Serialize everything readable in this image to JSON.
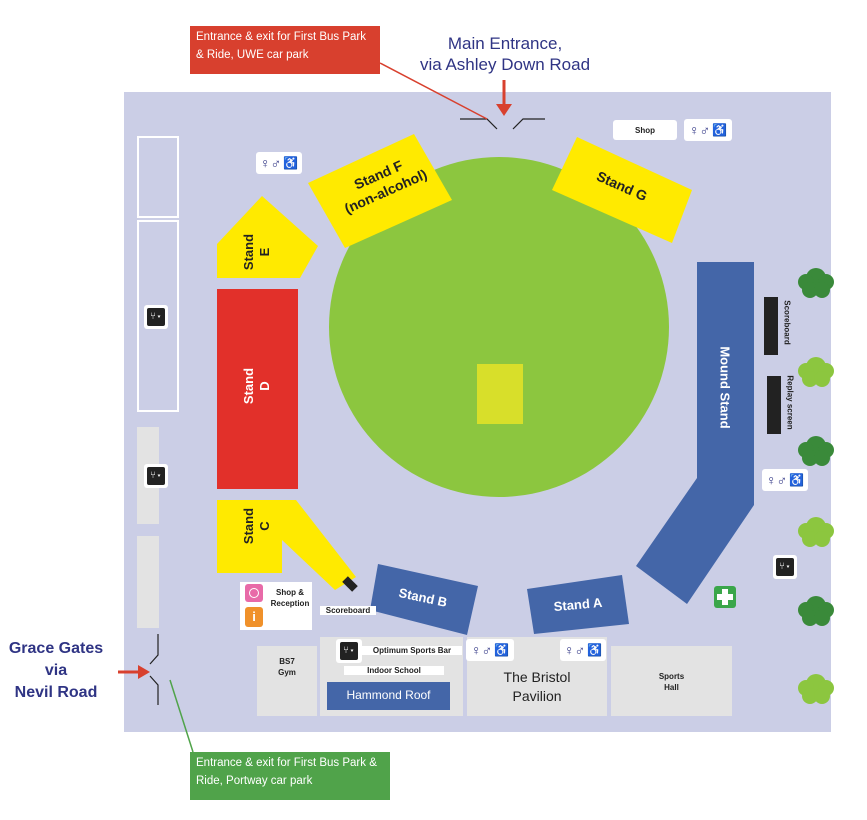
{
  "callouts": {
    "top_left": "Entrance & exit for First Bus Park & Ride, UWE car park",
    "bottom_left": "Entrance & exit for First Bus Park & Ride, Portway car park",
    "main_entrance": [
      "Main Entrance,",
      "via Ashley Down Road"
    ],
    "grace_gates": [
      "Grace Gates",
      "via",
      "Nevil Road"
    ]
  },
  "stands": {
    "a": "Stand A",
    "b": "Stand B",
    "c": [
      "Stand",
      "C"
    ],
    "d": [
      "Stand",
      "D"
    ],
    "e": [
      "Stand",
      "E"
    ],
    "f": [
      "Stand F",
      "(non-alcohol)"
    ],
    "g": "Stand G",
    "mound": "Mound Stand"
  },
  "labels": {
    "shop": "Shop",
    "scoreboard_right": "Scoreboard",
    "replay_screen": "Replay screen",
    "scoreboard_left": "Scoreboard",
    "shop_reception": [
      "Shop &",
      "Reception"
    ],
    "optimum_bar": "Optimum Sports Bar",
    "indoor_school": "Indoor School",
    "hammond_roof": "Hammond Roof",
    "bs7_gym": [
      "BS7",
      "Gym"
    ],
    "pavilion": [
      "The Bristol",
      "Pavilion"
    ],
    "sports_hall": [
      "Sports",
      "Hall"
    ]
  },
  "colors": {
    "ground_bg": "#cbcee6",
    "yellow": "#ffea00",
    "red": "#e2302a",
    "blue": "#4466a8",
    "pitch_green": "#8cc63f",
    "wicket": "#d8df2a",
    "navy_text": "#2f3484",
    "callout_red": "#d8402e",
    "callout_green": "#50a34a",
    "building_grey": "#e3e3e3",
    "tree_dark": "#3a8a3a",
    "tree_light": "#8cc63f",
    "first_aid": "#3aa64a"
  },
  "icons": {
    "toilets": "toilets-accessible-icon",
    "food_drink": "food-drink-icon",
    "first_aid": "first-aid-icon",
    "shop": "shop-icon",
    "info": "info-icon"
  }
}
